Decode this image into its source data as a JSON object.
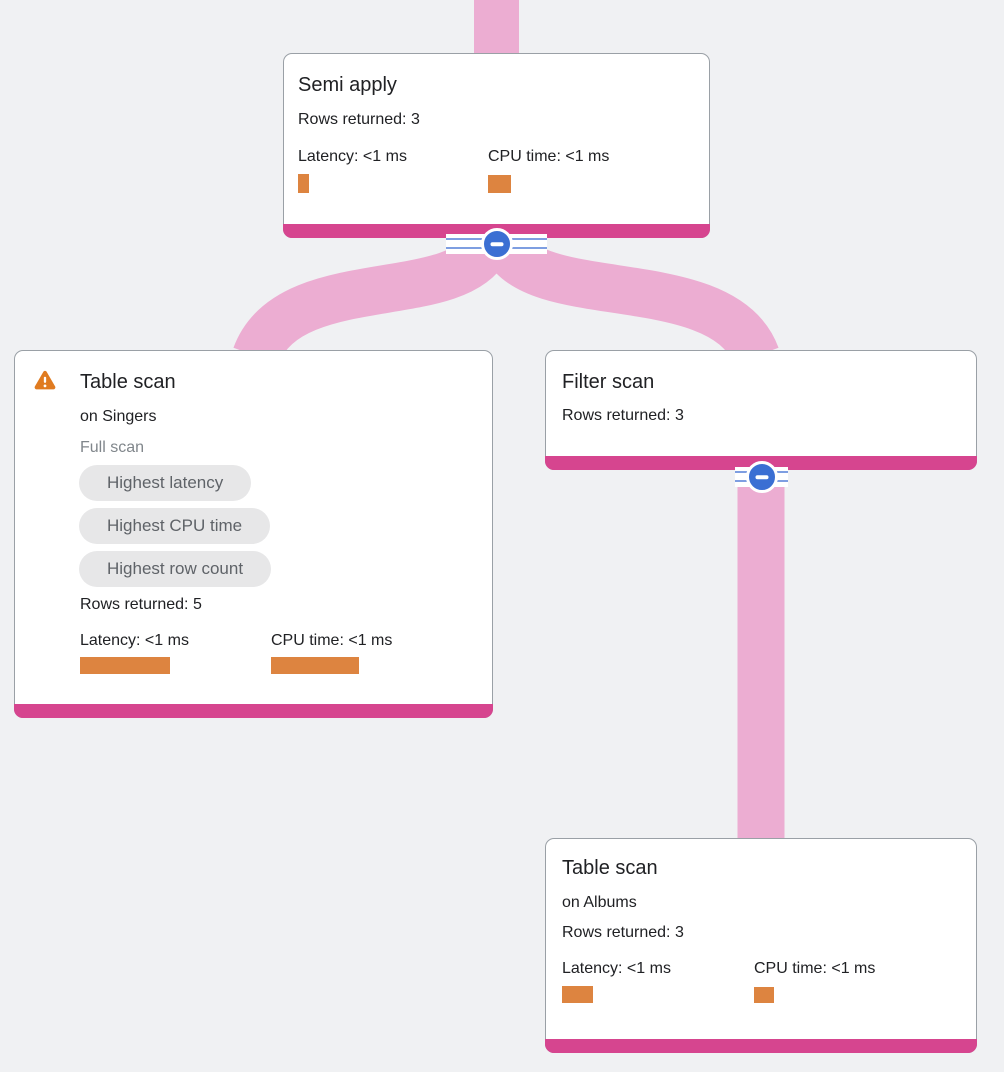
{
  "colors": {
    "background": "#f0f1f3",
    "card_border": "#9aa0a6",
    "accent_magenta": "#d6458f",
    "edge_pink": "#ecadd2",
    "metric_bar_orange": "#dd8440",
    "collapse_button_blue": "#3b6fd3",
    "warning_orange": "#e07b20",
    "badge_background": "#e7e7e8",
    "badge_text": "#5f6368",
    "text_primary": "#202124",
    "text_secondary": "#80868b"
  },
  "nodes": {
    "semi_apply": {
      "title": "Semi apply",
      "rows_returned": "Rows returned: 3",
      "latency_label": "Latency: <1 ms",
      "cpu_label": "CPU time: <1 ms"
    },
    "table_scan_singers": {
      "title": "Table scan",
      "subtitle": "on Singers",
      "scan_type": "Full scan",
      "warning_icon": "warning-triangle",
      "badges": [
        "Highest latency",
        "Highest CPU time",
        "Highest row count"
      ],
      "rows_returned": "Rows returned: 5",
      "latency_label": "Latency: <1 ms",
      "cpu_label": "CPU time: <1 ms"
    },
    "filter_scan": {
      "title": "Filter scan",
      "rows_returned": "Rows returned: 3"
    },
    "table_scan_albums": {
      "title": "Table scan",
      "subtitle": "on Albums",
      "rows_returned": "Rows returned: 3",
      "latency_label": "Latency: <1 ms",
      "cpu_label": "CPU time: <1 ms"
    }
  }
}
